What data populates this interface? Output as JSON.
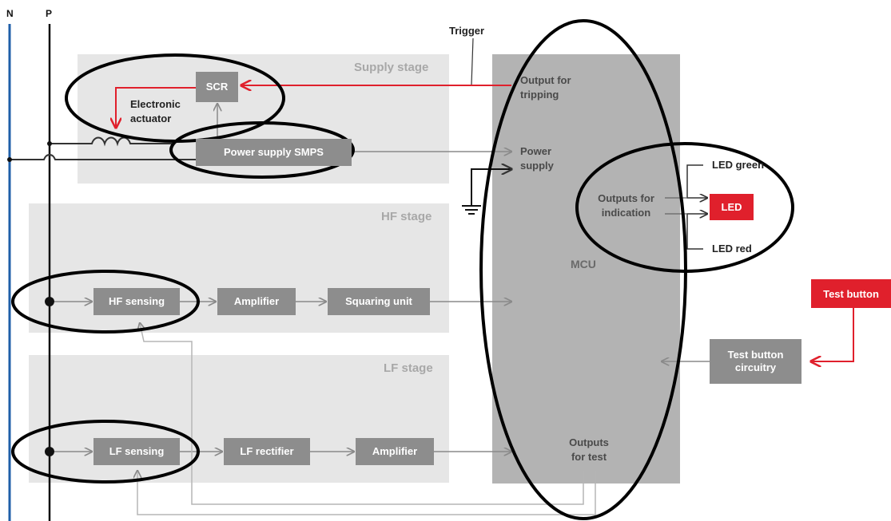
{
  "rails": {
    "neutral": "N",
    "phase": "P"
  },
  "stages": {
    "supply": "Supply stage",
    "hf": "HF stage",
    "lf": "LF stage"
  },
  "mcu_label": "MCU",
  "trigger_label": "Trigger",
  "blocks": {
    "scr": "SCR",
    "power_supply": "Power supply SMPS",
    "hf_sensing": "HF sensing",
    "amplifier_hf": "Amplifier",
    "squaring_unit": "Squaring unit",
    "lf_sensing": "LF sensing",
    "lf_rectifier": "LF rectifier",
    "amplifier_lf": "Amplifier",
    "test_button_circuitry": "Test button circuitry"
  },
  "labels": {
    "electronic_actuator": "Electronic actuator",
    "output_for_tripping": "Output for tripping",
    "power_supply_in": "Power supply",
    "outputs_for_indication": "Outputs for indication",
    "outputs_for_test": "Outputs for test",
    "led_green": "LED green",
    "led_red": "LED red"
  },
  "red_blocks": {
    "led": "LED",
    "test_button": "Test button"
  },
  "colors": {
    "stage_bg": "#e6e6e6",
    "mcu_bg": "#b3b3b3",
    "block_bg": "#8d8d8d",
    "accent_red": "#e0202c",
    "neutral_rail": "#1f5fa8",
    "ellipse": "#000000"
  }
}
